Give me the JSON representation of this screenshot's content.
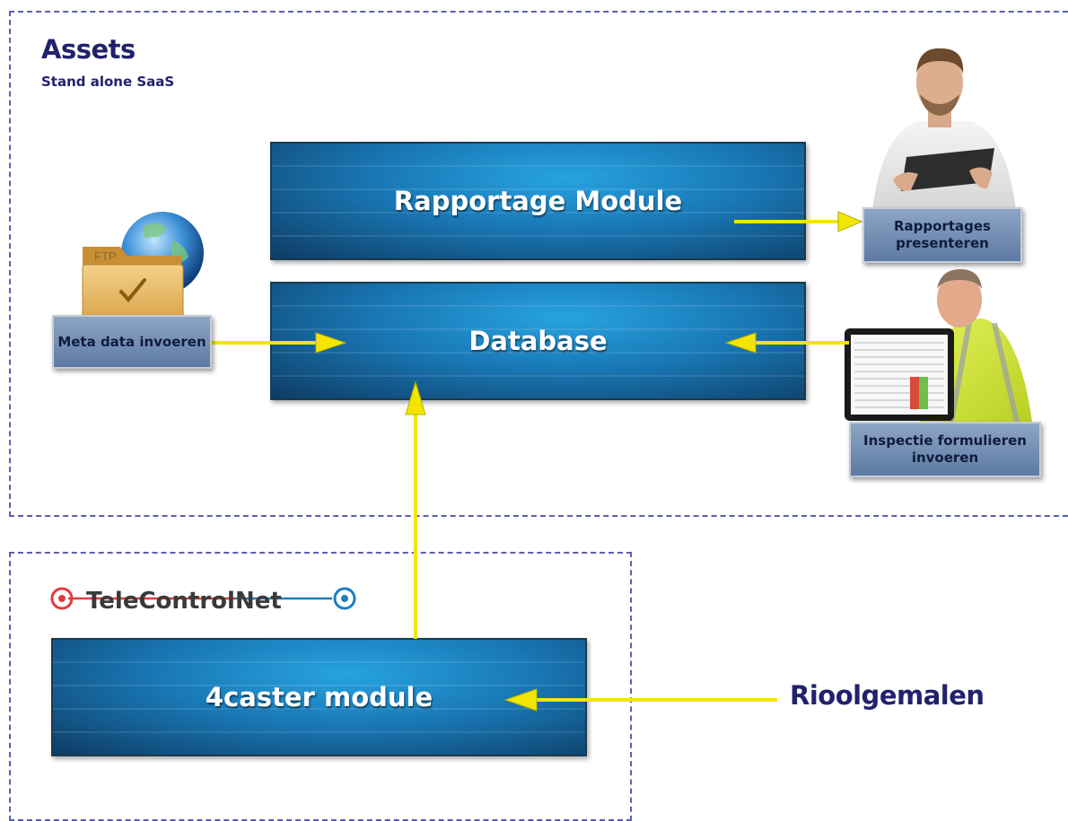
{
  "assets": {
    "title": "Assets",
    "subtitle": "Stand alone SaaS"
  },
  "modules": {
    "rapportage": "Rapportage Module",
    "database": "Database",
    "forecaster": "4caster module"
  },
  "labels": {
    "meta_data": "Meta data invoeren",
    "rapportages": "Rapportages presenteren",
    "inspectie": "Inspectie formulieren invoeren"
  },
  "ftp_label": "FTP",
  "telecontrol": "TeleControlNet",
  "riool": "Rioolgemalen",
  "colors": {
    "accent": "#22216e",
    "arrow": "#f2e600",
    "module": "#1978b6",
    "dash": "#5b5fb0"
  }
}
